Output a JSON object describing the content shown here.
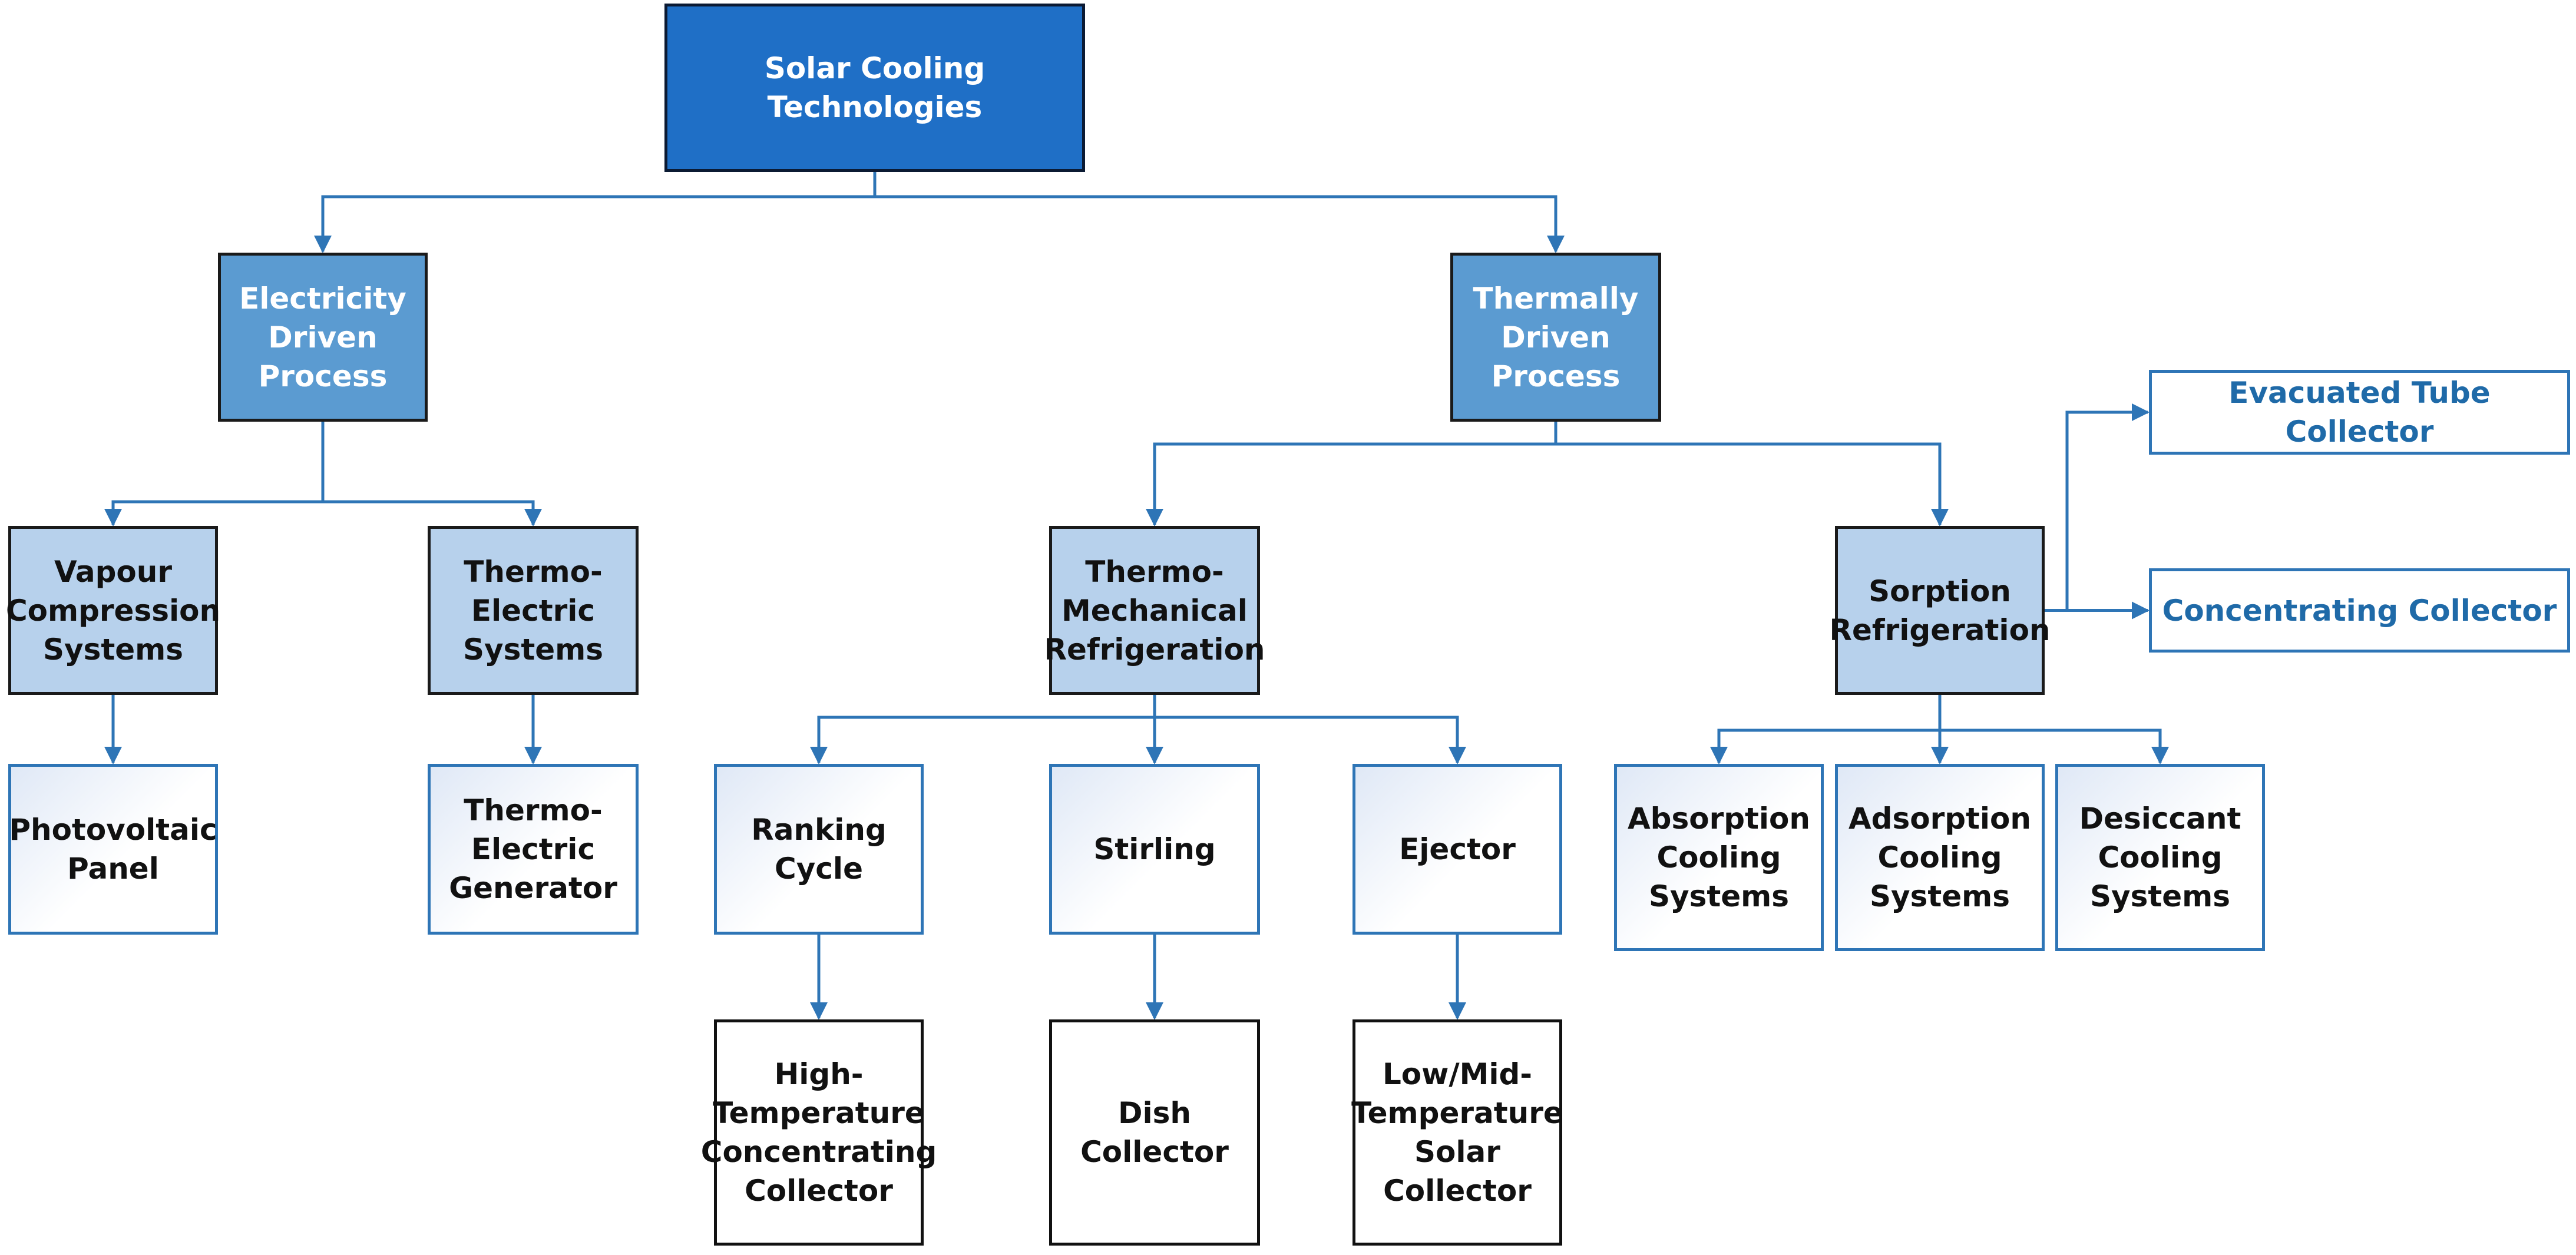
{
  "diagram": {
    "nodes": {
      "root": "Solar Cooling Technologies",
      "electricity": "Electricity\nDriven\nProcess",
      "thermal": "Thermally\nDriven\nProcess",
      "vapour": "Vapour\nCompression\nSystems",
      "thermoElectric": "Thermo-\nElectric\nSystems",
      "thermoMech": "Thermo-\nMechanical\nRefrigeration",
      "sorption": "Sorption\nRefrigeration",
      "evacuated": "Evacuated Tube Collector",
      "concentrating": "Concentrating Collector",
      "pv": "Photovoltaic\nPanel",
      "teg": "Thermo-\nElectric\nGenerator",
      "ranking": "Ranking Cycle",
      "stirling": "Stirling",
      "ejector": "Ejector",
      "absorption": "Absorption\nCooling\nSystems",
      "adsorption": "Adsorption\nCooling\nSystems",
      "desiccant": "Desiccant\nCooling\nSystems",
      "highTemp": "High-\nTemperature\nConcentrating\nCollector",
      "dish": "Dish Collector",
      "lowMid": "Low/Mid-\nTemperature\nSolar Collector"
    },
    "edges": [
      [
        "root",
        "electricity"
      ],
      [
        "root",
        "thermal"
      ],
      [
        "electricity",
        "vapour"
      ],
      [
        "electricity",
        "thermoElectric"
      ],
      [
        "thermal",
        "thermoMech"
      ],
      [
        "thermal",
        "sorption"
      ],
      [
        "sorption",
        "evacuated"
      ],
      [
        "sorption",
        "concentrating"
      ],
      [
        "vapour",
        "pv"
      ],
      [
        "thermoElectric",
        "teg"
      ],
      [
        "thermoMech",
        "ranking"
      ],
      [
        "thermoMech",
        "stirling"
      ],
      [
        "thermoMech",
        "ejector"
      ],
      [
        "sorption",
        "absorption"
      ],
      [
        "sorption",
        "adsorption"
      ],
      [
        "sorption",
        "desiccant"
      ],
      [
        "ranking",
        "highTemp"
      ],
      [
        "stirling",
        "dish"
      ],
      [
        "ejector",
        "lowMid"
      ]
    ],
    "colors": {
      "root_fill": "#1f6fc6",
      "mid_fill": "#5b9bd1",
      "sub_fill": "#b7d1ec",
      "connector": "#2e75b6",
      "outline_text": "#1f6aa8"
    }
  }
}
